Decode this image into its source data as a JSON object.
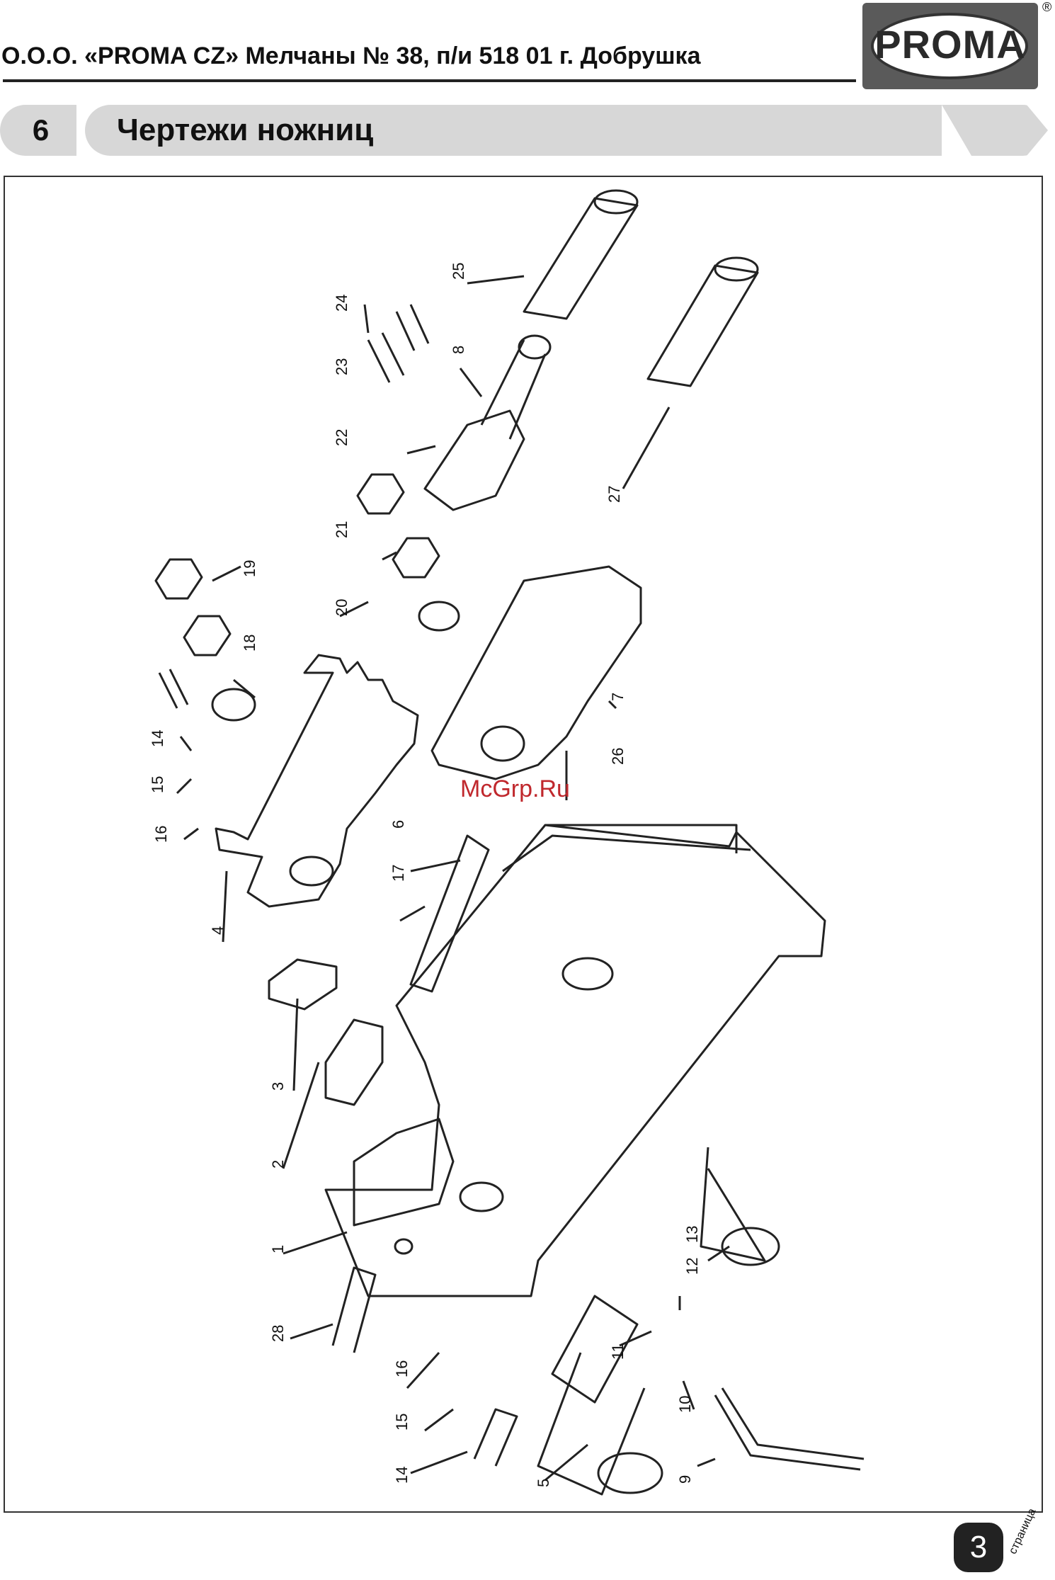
{
  "header": {
    "company": "О.О.О. «PROMA CZ» Мелчаны № 38, п/и 518 01 г. Добрушка",
    "logo_text": "PROMA",
    "registered_mark": "®"
  },
  "section": {
    "number": "6",
    "title": "Чертежи ножниц"
  },
  "drawing": {
    "part_labels": [
      "25",
      "24",
      "8",
      "23",
      "22",
      "27",
      "21",
      "19",
      "20",
      "18",
      "14",
      "15",
      "16",
      "4",
      "7",
      "26",
      "6",
      "17",
      "3",
      "2",
      "1",
      "28",
      "16",
      "15",
      "14",
      "5",
      "12",
      "13",
      "11",
      "10",
      "9"
    ]
  },
  "watermark": "McGrp.Ru",
  "footer": {
    "page_number": "3",
    "page_word": "страница"
  }
}
